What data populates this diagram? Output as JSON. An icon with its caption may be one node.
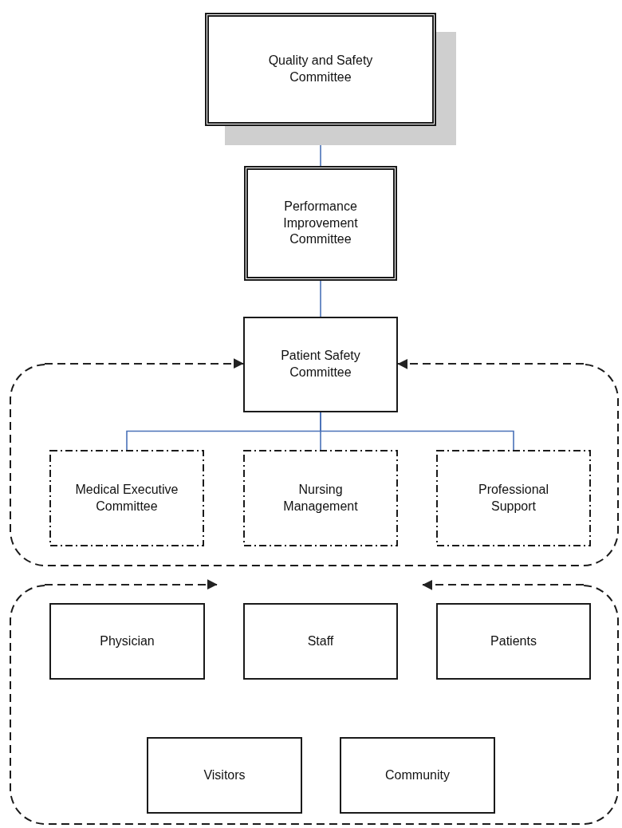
{
  "diagram": {
    "nodes": [
      {
        "text": [
          "Quality and Safety Committee"
        ]
      },
      {
        "text": [
          "Performance Improvement Committee"
        ]
      },
      {
        "text": [
          "Patient Safety Committee"
        ]
      },
      {
        "text": [],
        "shape": "box"
      },
      {
        "text": [
          "Medical Executive Committee"
        ],
        "in": 3
      },
      {
        "text": [
          "Nursing Management"
        ],
        "in": 3
      },
      {
        "text": [
          "Professional Support"
        ],
        "in": 3
      },
      {
        "text": [],
        "shape": "box"
      },
      {
        "text": [
          "Physician"
        ],
        "in": 7
      },
      {
        "text": [
          "Staff"
        ],
        "in": 7
      },
      {
        "text": [
          "Patients"
        ],
        "in": 7
      },
      {
        "text": [
          "Visitors"
        ],
        "in": 7
      },
      {
        "text": [
          "Community"
        ],
        "in": 7
      }
    ],
    "edges": [
      {
        "from": 0,
        "to": 1,
        "arrow": "none"
      },
      {
        "from": 1,
        "to": 2,
        "arrow": "none"
      },
      {
        "from": 2,
        "to": 4,
        "arrow": "none"
      },
      {
        "from": 2,
        "to": 5,
        "arrow": "none"
      },
      {
        "from": 2,
        "to": 6,
        "arrow": "none"
      },
      {
        "from": 3,
        "to": 2,
        "arrow": "to",
        "style": "dashed",
        "color": "#222222"
      },
      {
        "from": 3,
        "to": 2,
        "arrow": "to",
        "style": "dashed",
        "color": "#222222"
      },
      {
        "from": null,
        "to": 7,
        "arrow": "to",
        "style": "dashed",
        "color": "#222222"
      },
      {
        "from": null,
        "to": 7,
        "arrow": "to",
        "style": "dashed",
        "color": "#222222"
      }
    ]
  }
}
